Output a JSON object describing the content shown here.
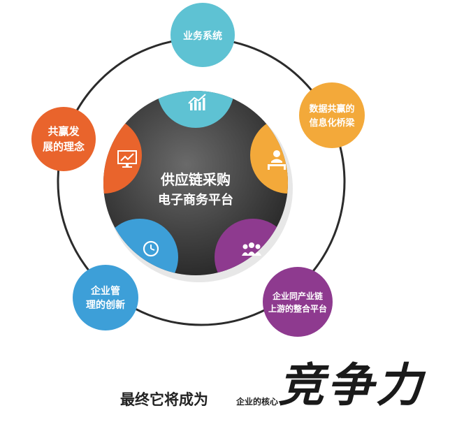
{
  "center": {
    "line1": "供应链采购",
    "line2": "电子商务平台"
  },
  "bubbles": {
    "top": "业务系统",
    "right_line1": "数据共赢的",
    "right_line2": "信息化桥梁",
    "left_line1": "共赢发",
    "left_line2": "展的理念",
    "bottom_left_line1": "企业管",
    "bottom_left_line2": "理的创新",
    "bottom_right_line1": "企业同产业链",
    "bottom_right_line2": "上游的整合平台"
  },
  "slogan": {
    "main": "最终它将成为",
    "small": "企业的核心",
    "calligraphy": "竞争力"
  },
  "colors": {
    "top": "#5ec2d3",
    "right": "#f3a93a",
    "left": "#e9642c",
    "bottom_left": "#3d9fd8",
    "bottom_right": "#8e3a8f",
    "center": "#3f3f3f",
    "ring": "#2b2b2b"
  },
  "icons": {
    "top": "bar-chart-icon",
    "right": "person-at-desk-icon",
    "left": "monitor-chart-icon",
    "bottom_left": "clock-icon",
    "bottom_right": "group-people-icon"
  }
}
